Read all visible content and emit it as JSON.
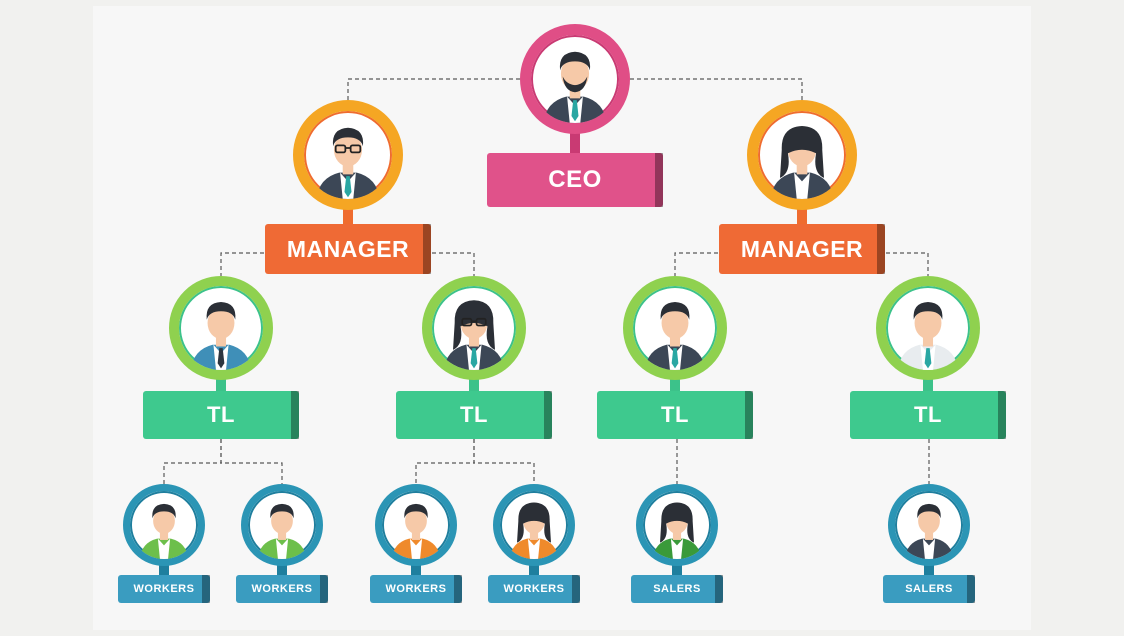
{
  "nodes": [
    {
      "id": "ceo",
      "label": "CEO",
      "level": "ceo",
      "gender": "m",
      "beard": true,
      "glasses": false,
      "suit": "#3c4756",
      "tie": "#2aa7a3"
    },
    {
      "id": "manager-left",
      "label": "MANAGER",
      "level": "manager",
      "gender": "m",
      "beard": false,
      "glasses": true,
      "suit": "#3c4756",
      "tie": "#2aa7a3"
    },
    {
      "id": "manager-right",
      "label": "MANAGER",
      "level": "manager",
      "gender": "f",
      "beard": false,
      "glasses": false,
      "suit": "#3c4756",
      "tie": null
    },
    {
      "id": "tl-1",
      "label": "TL",
      "level": "tl",
      "gender": "m",
      "beard": false,
      "glasses": false,
      "suit": "#3f8fb8",
      "tie": "#2d3640"
    },
    {
      "id": "tl-2",
      "label": "TL",
      "level": "tl",
      "gender": "f",
      "beard": false,
      "glasses": true,
      "suit": "#3c4756",
      "tie": "#2aa7a3"
    },
    {
      "id": "tl-3",
      "label": "TL",
      "level": "tl",
      "gender": "m",
      "beard": false,
      "glasses": false,
      "suit": "#3c4756",
      "tie": "#2aa7a3"
    },
    {
      "id": "tl-4",
      "label": "TL",
      "level": "tl",
      "gender": "m",
      "beard": false,
      "glasses": false,
      "suit": "#e8ecef",
      "tie": "#2aa7a3"
    },
    {
      "id": "worker-1",
      "label": "WORKERS",
      "level": "staff",
      "gender": "m",
      "beard": false,
      "glasses": false,
      "suit": "#6dbf4b",
      "tie": null
    },
    {
      "id": "worker-2",
      "label": "WORKERS",
      "level": "staff",
      "gender": "m",
      "beard": false,
      "glasses": false,
      "suit": "#6dbf4b",
      "tie": null
    },
    {
      "id": "worker-3",
      "label": "WORKERS",
      "level": "staff",
      "gender": "m",
      "beard": false,
      "glasses": false,
      "suit": "#ef8a2b",
      "tie": null
    },
    {
      "id": "worker-4",
      "label": "WORKERS",
      "level": "staff",
      "gender": "f",
      "beard": false,
      "glasses": false,
      "suit": "#ef8a2b",
      "tie": null
    },
    {
      "id": "saler-1",
      "label": "SALERS",
      "level": "staff",
      "gender": "f",
      "beard": false,
      "glasses": false,
      "suit": "#3a9a3a",
      "tie": null
    },
    {
      "id": "saler-2",
      "label": "SALERS",
      "level": "staff",
      "gender": "m",
      "beard": false,
      "glasses": false,
      "suit": "#3c4756",
      "tie": null
    }
  ],
  "edges": [
    {
      "from": "ceo",
      "to": "manager-left"
    },
    {
      "from": "ceo",
      "to": "manager-right"
    },
    {
      "from": "manager-left",
      "to": "tl-1"
    },
    {
      "from": "manager-left",
      "to": "tl-2"
    },
    {
      "from": "manager-right",
      "to": "tl-3"
    },
    {
      "from": "manager-right",
      "to": "tl-4"
    },
    {
      "from": "tl-1",
      "to": "worker-1"
    },
    {
      "from": "tl-1",
      "to": "worker-2"
    },
    {
      "from": "tl-2",
      "to": "worker-3"
    },
    {
      "from": "tl-2",
      "to": "worker-4"
    },
    {
      "from": "tl-3",
      "to": "saler-1"
    },
    {
      "from": "tl-4",
      "to": "saler-2"
    }
  ],
  "colors": {
    "ceo": {
      "ring": "#e04e86",
      "ringDark": "#c93a73",
      "label": "#e0528a"
    },
    "manager": {
      "ring": "#f5a623",
      "ringDark": "#ef6c2f",
      "label": "#ef6a35"
    },
    "tl": {
      "ring": "#8fd14f",
      "ringDark": "#3cc28a",
      "label": "#3ec98e"
    },
    "staff": {
      "ring": "#2b95b5",
      "ringDark": "#1f7f9e",
      "label": "#3a9cc0"
    },
    "skin": "#f6c9a8",
    "hair": "#2b2f36",
    "shirt": "#ffffff"
  }
}
